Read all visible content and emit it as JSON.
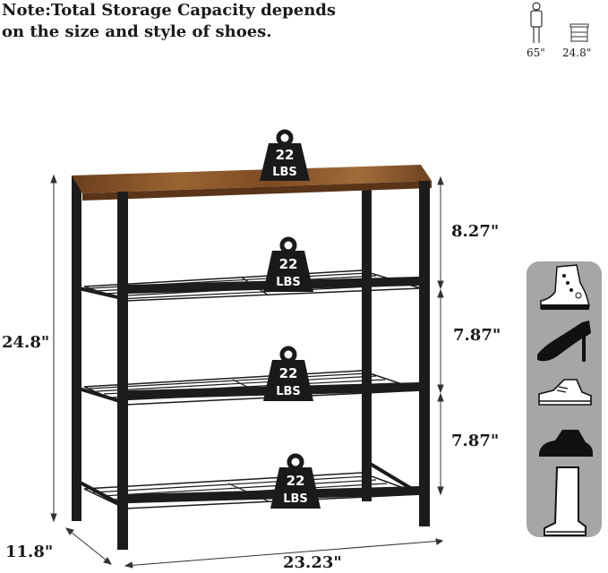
{
  "note": {
    "line1": "Note:Total Storage Capacity depends",
    "line2": "on the size and style of shoes."
  },
  "scale_legend": {
    "person_height": "65\"",
    "rack_height": "24.8\"",
    "person_icon": "person-icon",
    "rack_icon": "rack-icon"
  },
  "dimensions": {
    "height": "24.8\"",
    "depth": "11.8\"",
    "width": "23.23\"",
    "gap_top": "8.27\"",
    "gap_middle": "7.87\"",
    "gap_bottom": "7.87\""
  },
  "weight_tags": [
    {
      "value": "22",
      "unit": "LBS"
    },
    {
      "value": "22",
      "unit": "LBS"
    },
    {
      "value": "22",
      "unit": "LBS"
    },
    {
      "value": "22",
      "unit": "LBS"
    }
  ],
  "shoe_types": [
    "sneaker-high-top-icon",
    "high-heel-icon",
    "sneaker-icon",
    "dress-shoe-icon",
    "boot-icon"
  ],
  "colors": {
    "frame": "#1c1c1c",
    "wood": "#8b5a2b",
    "panel": "#a6a6a6",
    "tag": "#1a1a1a"
  }
}
